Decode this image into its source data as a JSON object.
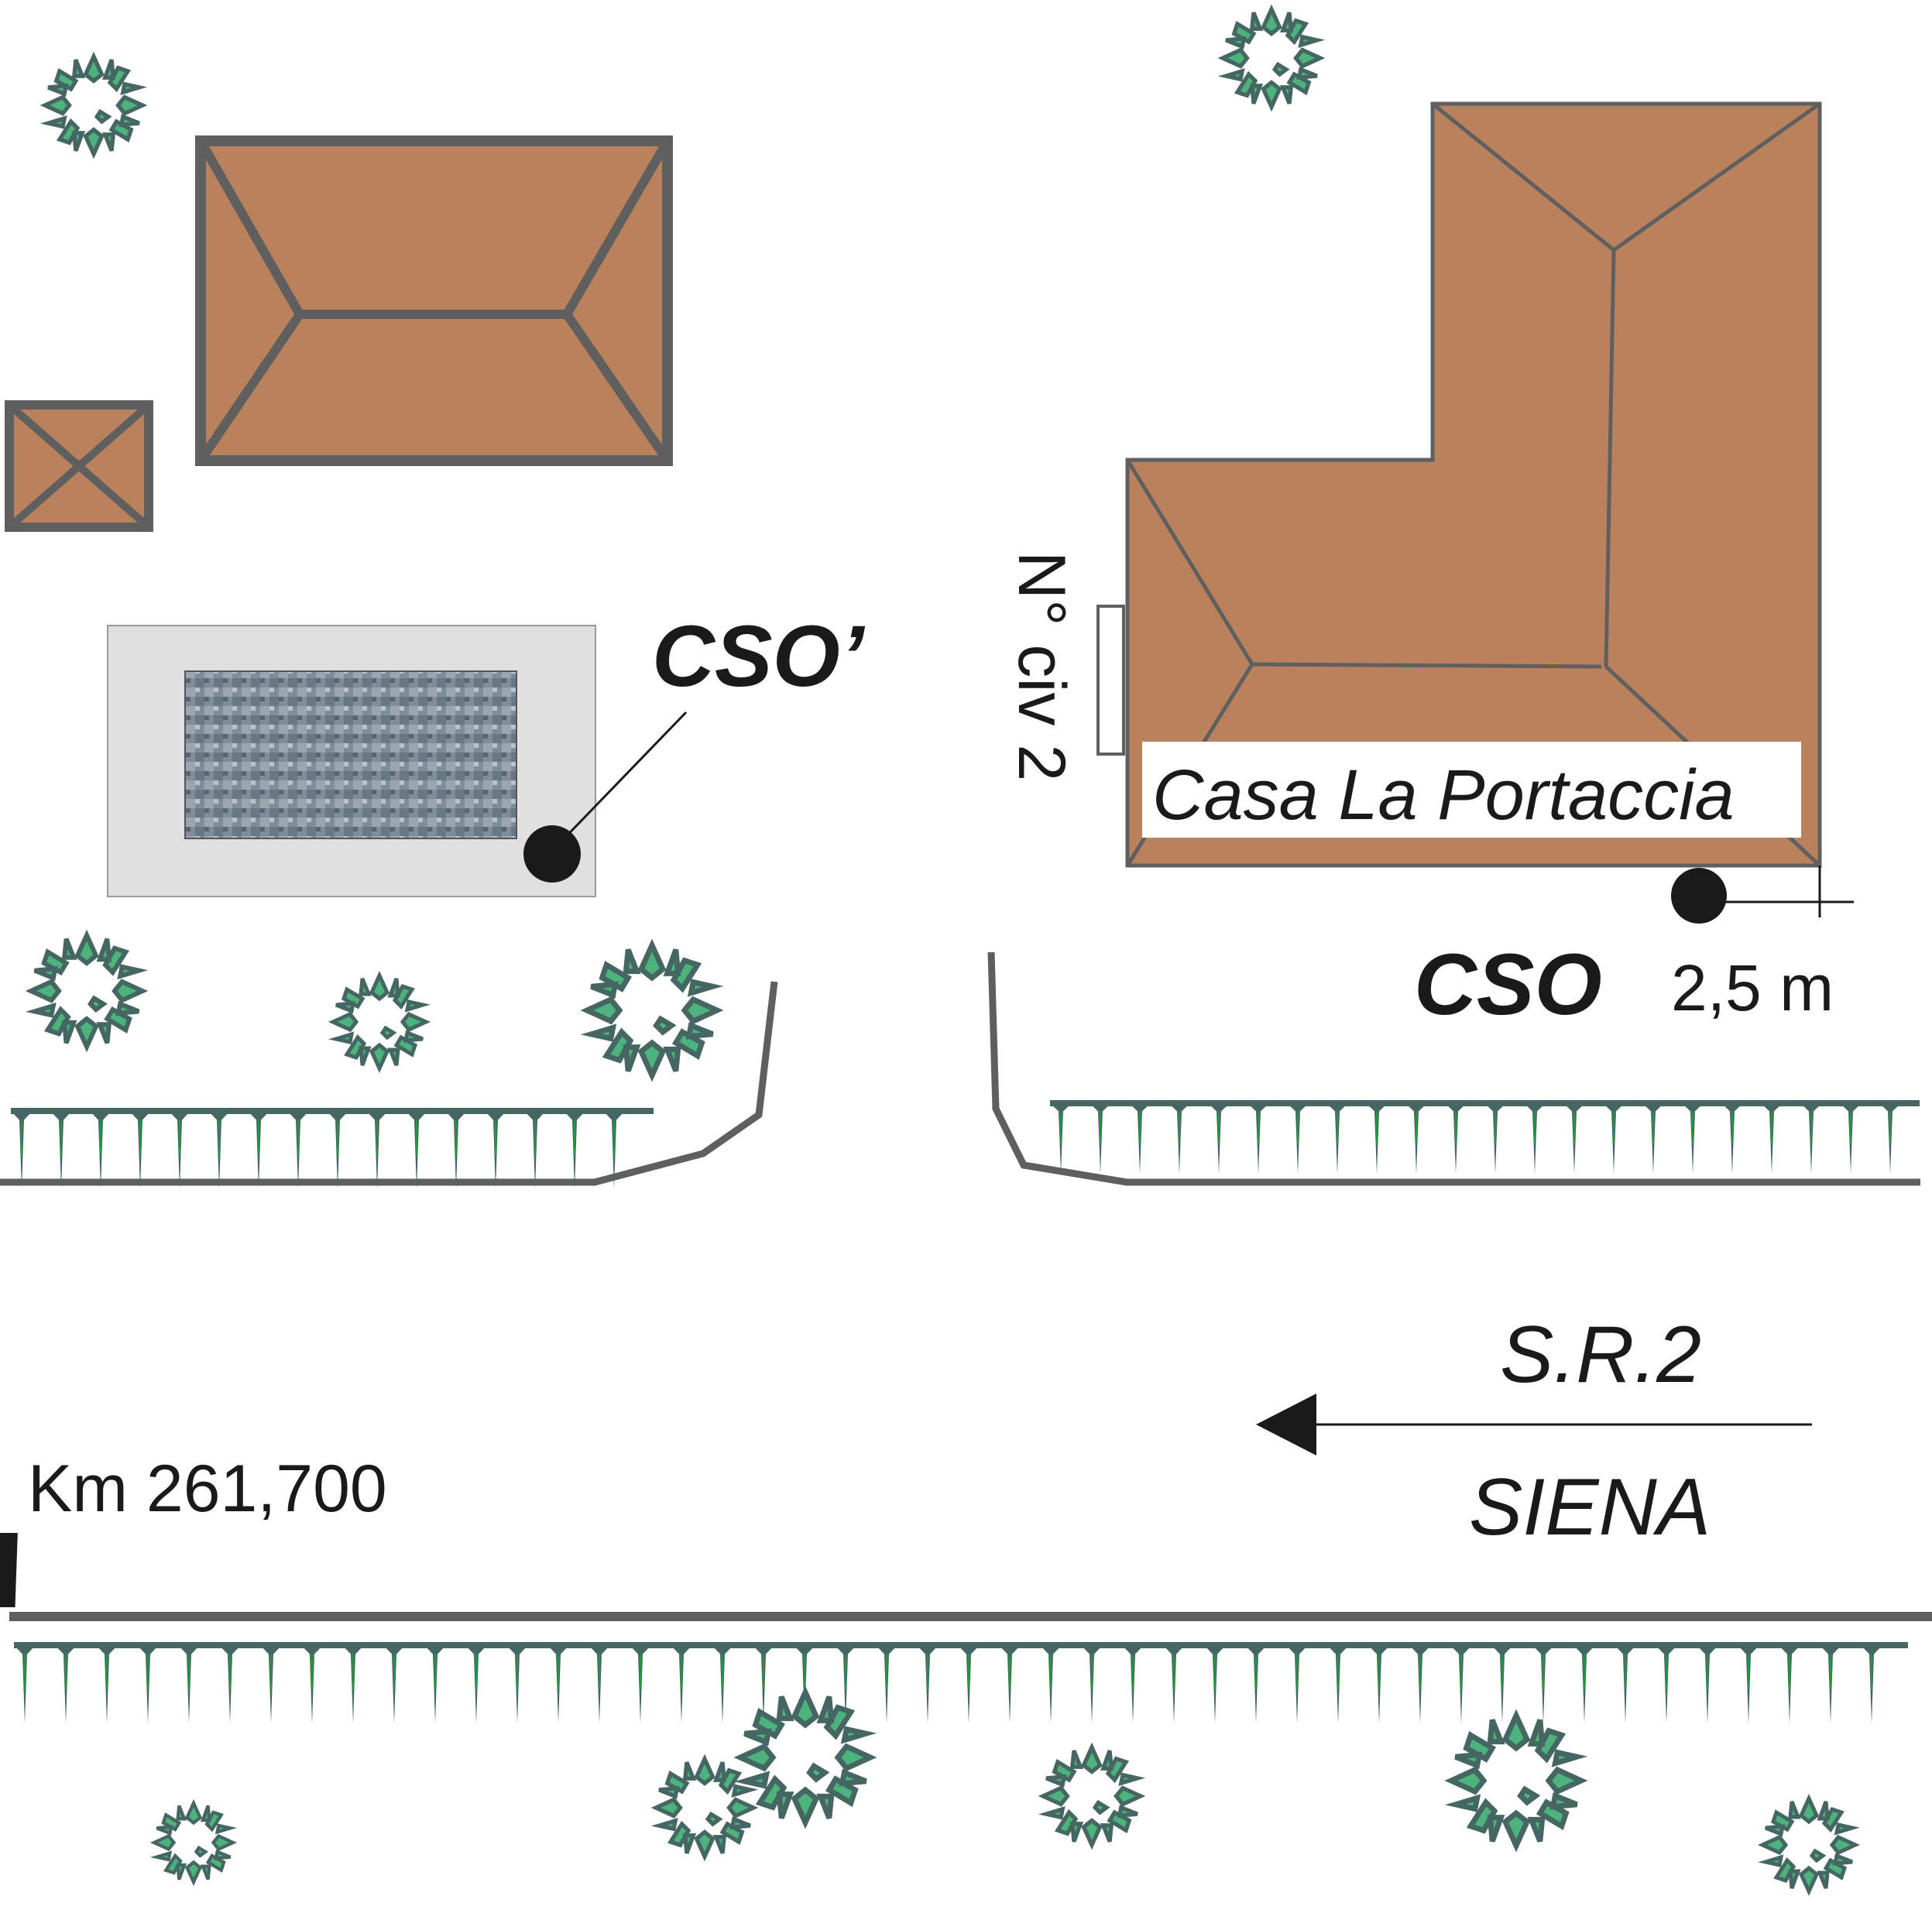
{
  "labels": {
    "cso_prime": "CSO’",
    "cso": "CSO",
    "distance": "2,5 m",
    "house_name": "Casa La Portaccia",
    "civic_number": "N° civ 2",
    "road_name": "S.R.2",
    "direction": "SIENA",
    "km_marker": "Km 261,700"
  },
  "colors": {
    "roof": "#b9825d",
    "outline": "#5f5f5f",
    "tree_fill": "#4db37c",
    "tree_stroke": "#456662",
    "hedge": "#456662",
    "pool_deck": "#e0e0e0",
    "pool_water": "#7c8a96",
    "marker": "#1a1a1a"
  },
  "icons": {
    "tree": "tree-icon",
    "hedge": "hedge-icon",
    "arrow": "arrow-left-icon",
    "survey_point": "point-marker-icon",
    "km_post": "km-post-icon"
  }
}
